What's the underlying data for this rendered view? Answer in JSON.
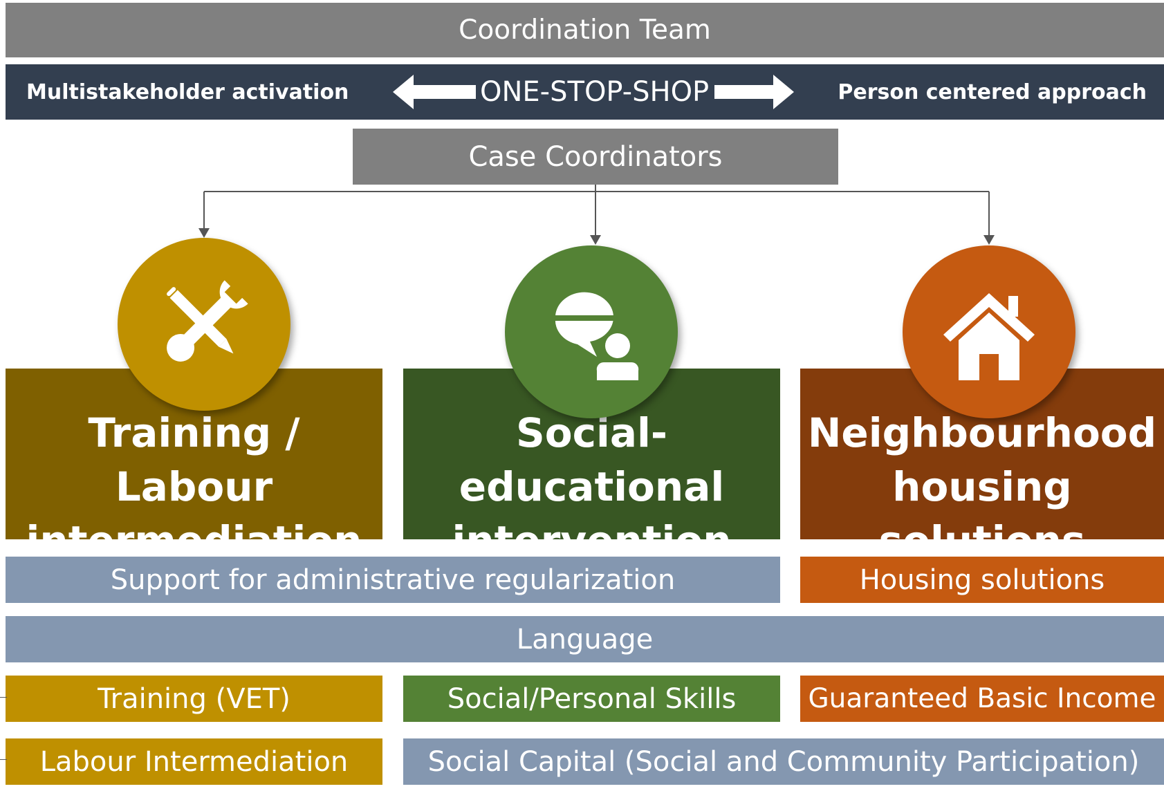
{
  "header": {
    "coordination_team": "Coordination Team",
    "left_label": "Multistakeholder activation",
    "center_label": "ONE-STOP-SHOP",
    "right_label": "Person centered approach"
  },
  "case_coordinators": "Case Coordinators",
  "pillars": [
    {
      "line1": "Training / Labour",
      "line2": "intermediation",
      "icon": "tools-icon",
      "color": "#7f6000"
    },
    {
      "line1": "Social-educational",
      "line2": "intervention",
      "icon": "chat-person-icon",
      "color": "#385723"
    },
    {
      "line1": "Neighbourhood",
      "line2": "housing solutions",
      "icon": "house-icon",
      "color": "#843c0c"
    }
  ],
  "rows": {
    "support_admin": "Support for administrative regularization",
    "housing_solutions": "Housing solutions",
    "language": "Language",
    "training_vet": "Training (VET)",
    "social_skills": "Social/Personal Skills",
    "basic_income": "Guaranteed Basic Income",
    "labour_intermediation": "Labour Intermediation",
    "social_capital": "Social Capital (Social and Community Participation)"
  },
  "colors": {
    "gray": "#808080",
    "navy": "#333f50",
    "gold": "#bf9000",
    "dark_gold": "#7f6000",
    "green": "#548235",
    "dark_green": "#385723",
    "orange": "#c55a11",
    "dark_orange": "#843c0c",
    "blue_gray": "#8497b0"
  }
}
